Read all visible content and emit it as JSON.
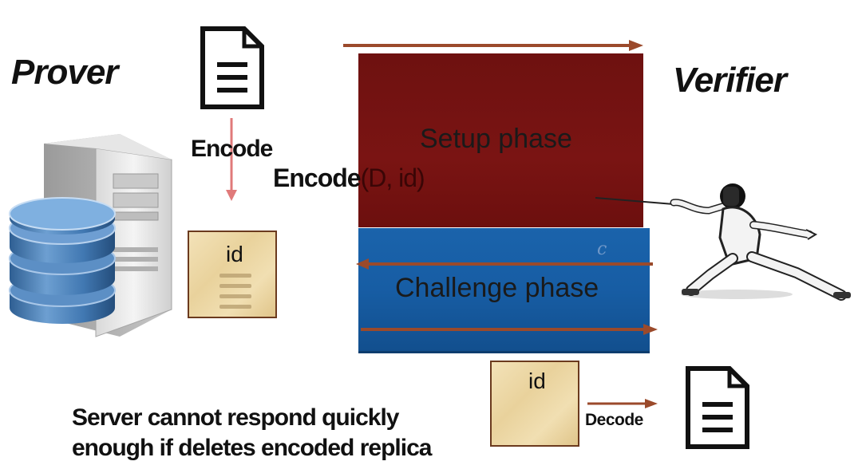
{
  "prover": {
    "label": "Prover"
  },
  "verifier": {
    "label": "Verifier"
  },
  "steps": {
    "encode_label": "Encode",
    "encode_function_prefix": "Encode",
    "encode_function_args": "(D, id)",
    "decode_label": "Decode"
  },
  "phases": {
    "setup_label": "Setup phase",
    "challenge_label": "Challenge phase",
    "challenge_symbol": "c"
  },
  "replica": {
    "label_top": "id",
    "label_bottom": "id"
  },
  "note": {
    "line1": "Server cannot respond quickly",
    "line2": "enough if deletes encoded replica"
  },
  "colors": {
    "setup": "#751312",
    "challenge": "#175da4",
    "arrow": "#9b4a2b",
    "encode_arrow": "#e07a7a"
  },
  "icons": [
    "document-icon",
    "server-icon",
    "database-icon",
    "fencer-icon",
    "replica-document-icon"
  ]
}
